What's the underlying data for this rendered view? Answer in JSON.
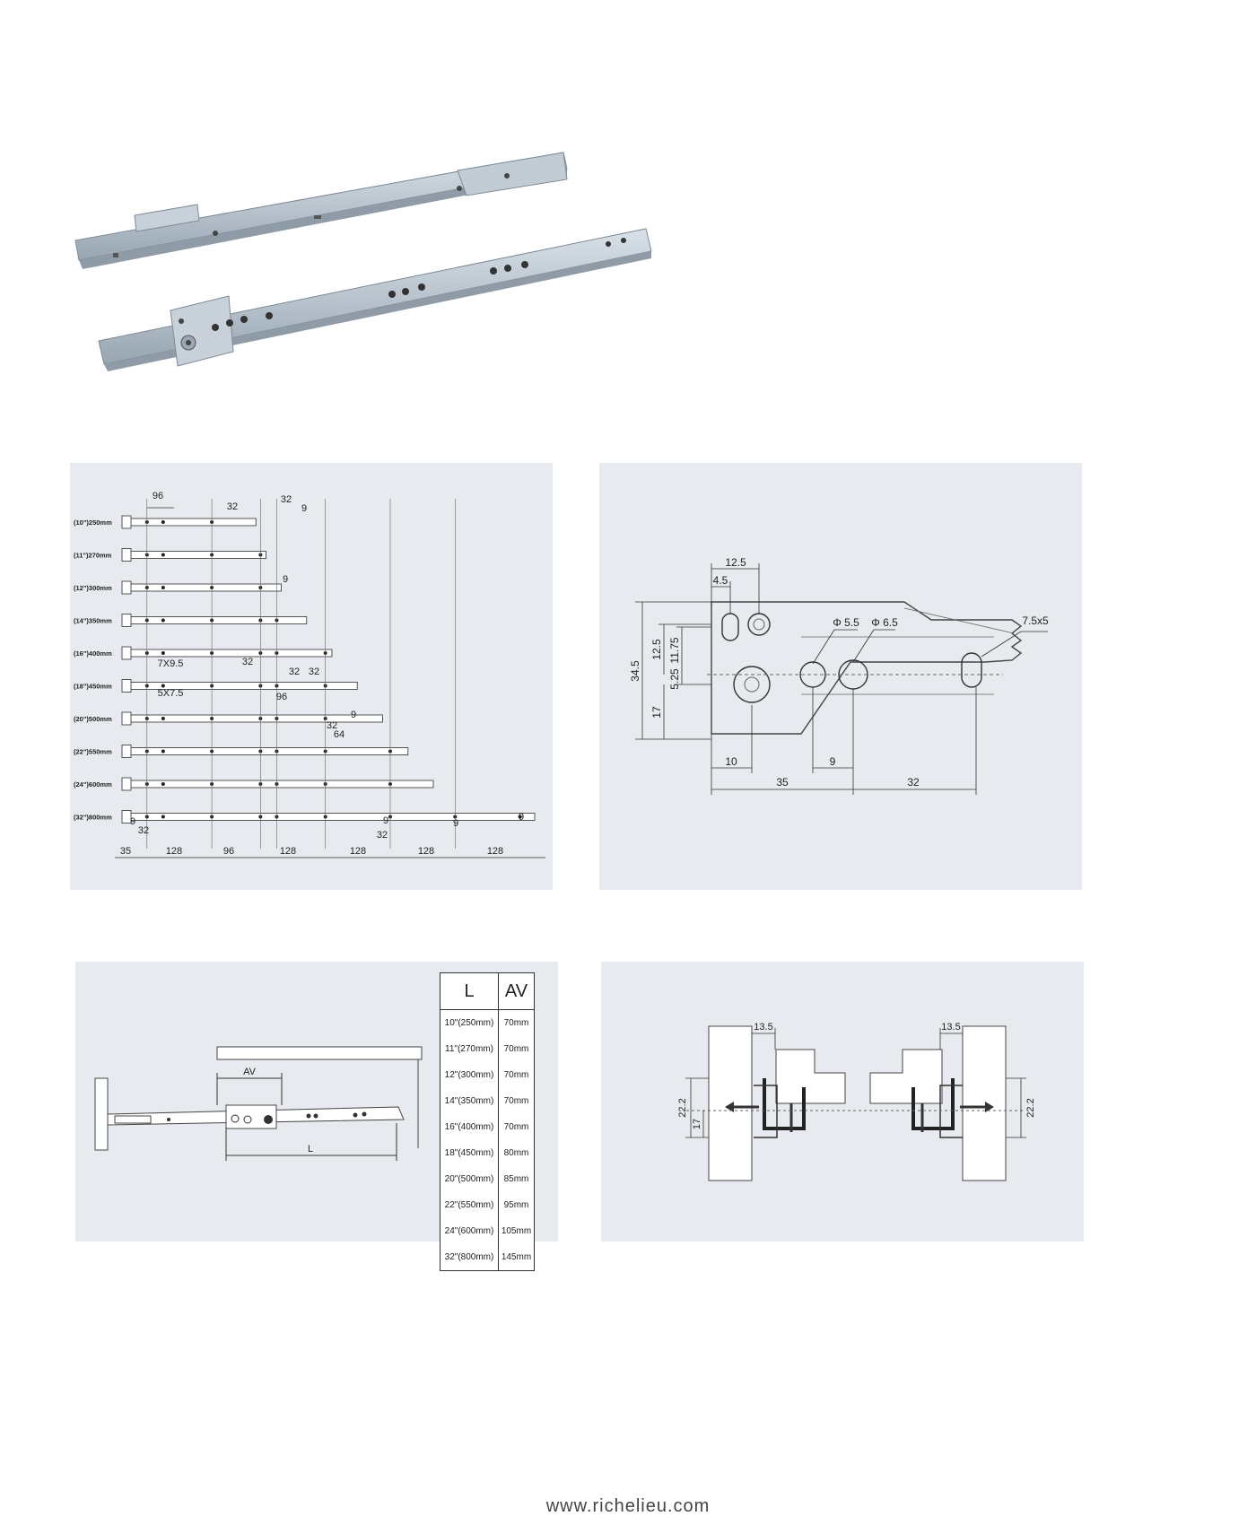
{
  "layout_chart": {
    "rows": [
      {
        "label": "(10\")250mm",
        "len": 250
      },
      {
        "label": "(11\")270mm",
        "len": 270
      },
      {
        "label": "(12\")300mm",
        "len": 300
      },
      {
        "label": "(14\")350mm",
        "len": 350
      },
      {
        "label": "(16\")400mm",
        "len": 400
      },
      {
        "label": "(18\")450mm",
        "len": 450
      },
      {
        "label": "(20\")500mm",
        "len": 500
      },
      {
        "label": "(22\")550mm",
        "len": 550
      },
      {
        "label": "(24\")600mm",
        "len": 600
      },
      {
        "label": "(32\")800mm",
        "len": 800
      }
    ],
    "top_dims": [
      "96",
      "32",
      "32",
      "9"
    ],
    "mid_dims": [
      "9",
      "32",
      "32",
      "32",
      "7X9.5",
      "5X7.5",
      "96",
      "9",
      "32",
      "64"
    ],
    "bottom_dims": [
      "35",
      "128",
      "96",
      "128",
      "128",
      "128",
      "128"
    ],
    "bottom_small_dims": [
      "9",
      "32",
      "9",
      "32",
      "9",
      "9"
    ]
  },
  "bracket_detail": {
    "dims": [
      "12.5",
      "4.5",
      "12.5",
      "11.75",
      "34.5",
      "5.25",
      "17",
      "Φ 5.5",
      "Φ 6.5",
      "7.5x5",
      "10",
      "9",
      "35",
      "32"
    ]
  },
  "av_table": {
    "headers": [
      "L",
      "AV"
    ],
    "rows": [
      [
        "10\"(250mm)",
        "70mm"
      ],
      [
        "11\"(270mm)",
        "70mm"
      ],
      [
        "12\"(300mm)",
        "70mm"
      ],
      [
        "14\"(350mm)",
        "70mm"
      ],
      [
        "16\"(400mm)",
        "70mm"
      ],
      [
        "18\"(450mm)",
        "80mm"
      ],
      [
        "20\"(500mm)",
        "85mm"
      ],
      [
        "22\"(550mm)",
        "95mm"
      ],
      [
        "24\"(600mm)",
        "105mm"
      ],
      [
        "32\"(800mm)",
        "145mm"
      ]
    ],
    "drawing_labels": [
      "AV",
      "L"
    ]
  },
  "section": {
    "dims": [
      "13.5",
      "13.5",
      "22.2",
      "17",
      "22.2"
    ]
  },
  "footer": "www.richelieu.com"
}
